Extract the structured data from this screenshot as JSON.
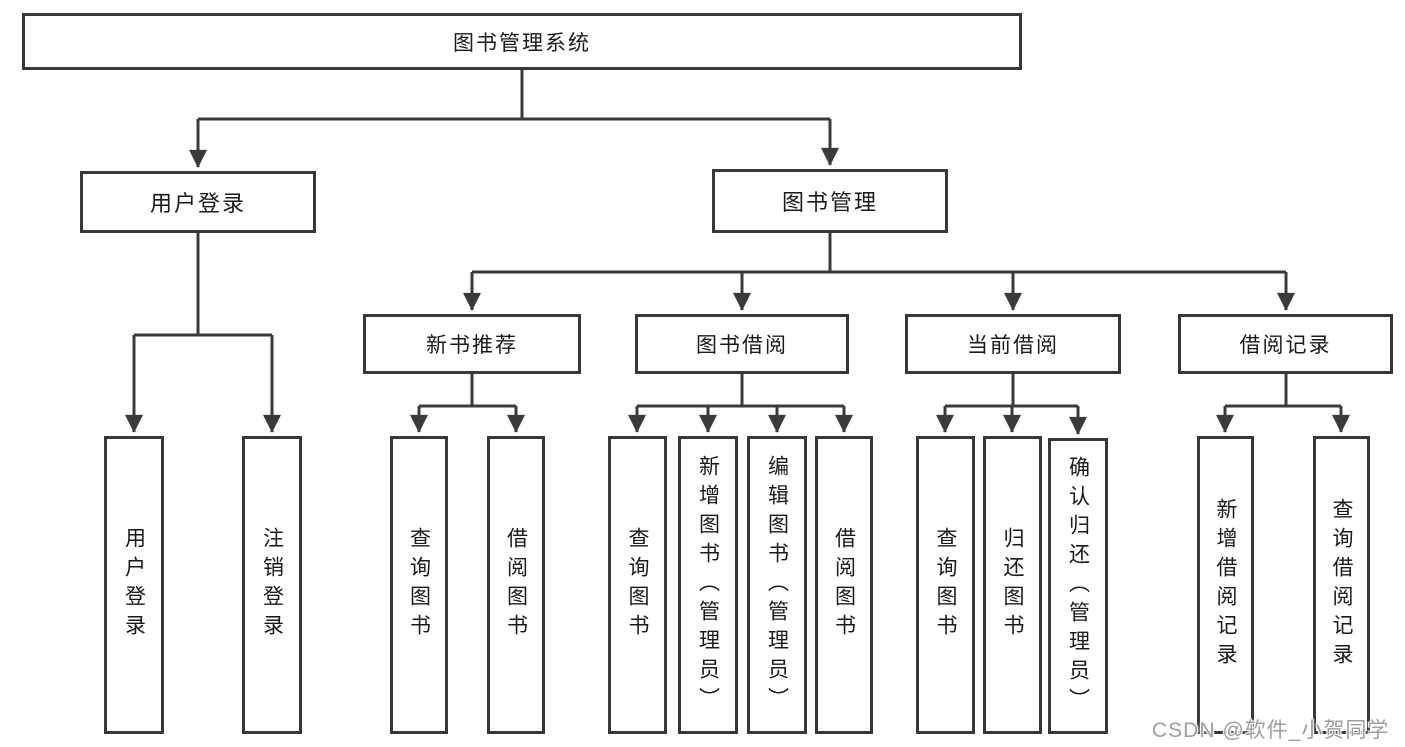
{
  "tree": {
    "label": "图书管理系统",
    "children": [
      {
        "label": "用户登录",
        "children": [
          {
            "label": "用户登录"
          },
          {
            "label": "注销登录"
          }
        ]
      },
      {
        "label": "图书管理",
        "children": [
          {
            "label": "新书推荐",
            "children": [
              {
                "label": "查询图书"
              },
              {
                "label": "借阅图书"
              }
            ]
          },
          {
            "label": "图书借阅",
            "children": [
              {
                "label": "查询图书"
              },
              {
                "label": "新增图书（管理员）"
              },
              {
                "label": "编辑图书（管理员）"
              },
              {
                "label": "借阅图书"
              }
            ]
          },
          {
            "label": "当前借阅",
            "children": [
              {
                "label": "查询图书"
              },
              {
                "label": "归还图书"
              },
              {
                "label": "确认归还（管理员）"
              }
            ]
          },
          {
            "label": "借阅记录",
            "children": [
              {
                "label": "新增借阅记录"
              },
              {
                "label": "查询借阅记录"
              }
            ]
          }
        ]
      }
    ]
  },
  "watermark": {
    "text": "CSDN @软件_小贺同学"
  },
  "colors": {
    "line": "#3a3a3a",
    "box_border": "#383838",
    "text": "#1a1a1a",
    "background": "#ffffff",
    "watermark": "#9d9d9d"
  }
}
